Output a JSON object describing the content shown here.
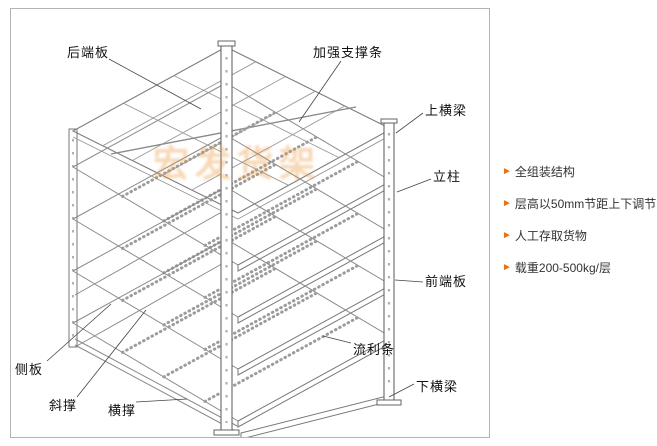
{
  "diagram": {
    "labels": {
      "rear_end_plate": "后端板",
      "reinforce_strip": "加强支撑条",
      "upper_beam": "上横梁",
      "column": "立柱",
      "front_end_plate": "前端板",
      "roller_strip": "流利条",
      "lower_beam": "下横梁",
      "side_plate": "侧板",
      "diagonal_brace": "斜撑",
      "horizontal_brace": "横撑"
    },
    "watermark": "宏发货架"
  },
  "features": {
    "bullet": "►",
    "items": [
      {
        "label": "全组装结构"
      },
      {
        "label": "层高以50mm节距上下调节"
      },
      {
        "label": "人工存取货物"
      },
      {
        "label": "载重200-500kg/层"
      }
    ]
  },
  "colors": {
    "bullet": "#e8720c",
    "structure_line": "#8a8a8a",
    "watermark": "#e9963c"
  }
}
